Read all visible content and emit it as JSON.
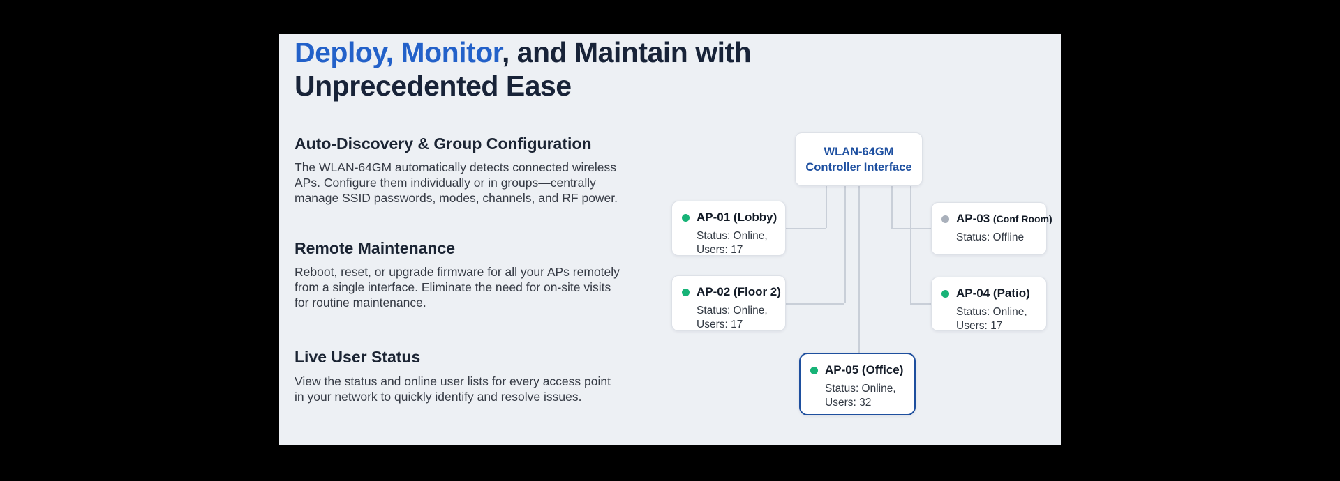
{
  "colors": {
    "accent_blue": "#2361c9",
    "title_navy": "#182338",
    "controller_blue": "#1d4fa0",
    "online_green": "#17b377",
    "offline_gray": "#a9b0bb",
    "panel_bg": "#edf0f4"
  },
  "title": {
    "highlight": "Deploy, Monitor",
    "rest": ", and Maintain with Unprecedented Ease"
  },
  "features": [
    {
      "heading": "Auto-Discovery & Group Configuration",
      "body": "The WLAN-64GM automatically detects connected wireless APs. Configure them individually or in groups—centrally manage SSID passwords, modes, channels, and RF power."
    },
    {
      "heading": "Remote Maintenance",
      "body": "Reboot, reset, or upgrade firmware for all your APs remotely from a single interface. Eliminate the need for on-site visits for routine maintenance."
    },
    {
      "heading": "Live User Status",
      "body": "View the status and online user lists for every access point in your network to quickly identify and resolve issues."
    }
  ],
  "diagram": {
    "controller": {
      "line1": "WLAN-64GM",
      "line2": "Controller Interface"
    },
    "aps": [
      {
        "name": "AP-01",
        "location": "(Lobby)",
        "status": "Status: Online,",
        "users": "Users: 17",
        "state": "online"
      },
      {
        "name": "AP-02",
        "location": "(Floor 2)",
        "status": "Status: Online,",
        "users": "Users: 17",
        "state": "online"
      },
      {
        "name": "AP-03",
        "location": "(Conf Room)",
        "status": "Status: Offline",
        "users": "",
        "state": "offline"
      },
      {
        "name": "AP-04",
        "location": "(Patio)",
        "status": "Status: Online,",
        "users": "Users: 17",
        "state": "online"
      },
      {
        "name": "AP-05",
        "location": "(Office)",
        "status": "Status: Online,",
        "users": "Users: 32",
        "state": "online",
        "highlighted": true
      }
    ]
  }
}
